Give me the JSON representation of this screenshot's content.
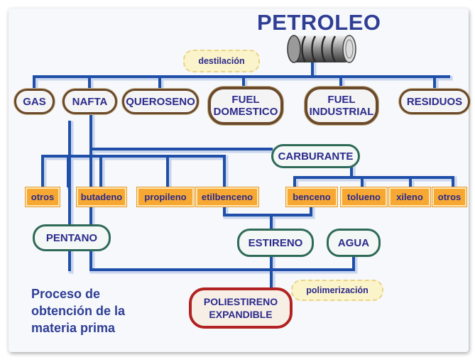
{
  "title": "PETROLEO",
  "labels": {
    "distillation": "destilación",
    "polymerization": "polimerización"
  },
  "nodes": {
    "gas": "GAS",
    "nafta": "NAFTA",
    "queroseno": "QUEROSENO",
    "fuel_domestico": "FUEL\nDOMESTICO",
    "fuel_industrial": "FUEL\nINDUSTRIAL",
    "residuos": "RESIDUOS",
    "carburante": "CARBURANTE",
    "pentano": "PENTANO",
    "estireno": "ESTIRENO",
    "agua": "AGUA",
    "poliestireno": "POLIESTIRENO\nEXPANDIBLE"
  },
  "chips": {
    "otros_left": "otros",
    "butadeno": "butadeno",
    "propileno": "propileno",
    "etilbenceno": "etilbenceno",
    "benceno": "benceno",
    "tolueno": "tolueno",
    "xileno": "xileno",
    "otros_right": "otros"
  },
  "caption": "Proceso de\nobtención de la\nmateria prima",
  "colors": {
    "line": "#1f4fa8",
    "line_shadow": "#c9d6ee",
    "title": "#2f3e95",
    "chip_fill": "#f7a832",
    "frame_dark": "#6b4a2c",
    "frame_green": "#2f6a58",
    "frame_red": "#b22222"
  },
  "icons": {
    "barrel": "barrel-icon"
  }
}
